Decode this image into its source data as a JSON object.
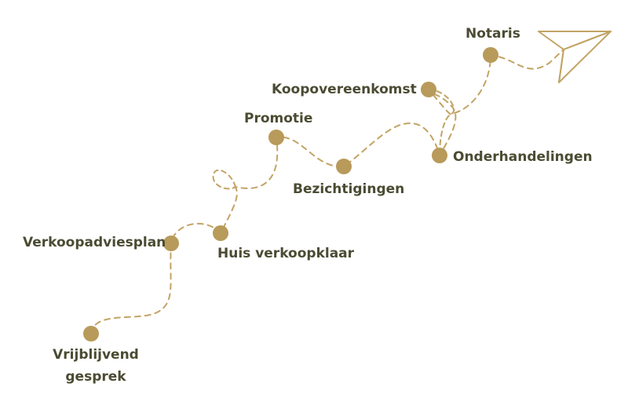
{
  "colors": {
    "dot": "#b89a5a",
    "path": "#c2a465",
    "text": "#4b4b33"
  },
  "steps": {
    "vrijblijvend_line1": "Vrijblijvend",
    "vrijblijvend_line2": "gesprek",
    "verkoopadviesplan": "Verkoopadviesplan",
    "huis_verkoopklaar": "Huis verkoopklaar",
    "promotie": "Promotie",
    "bezichtigingen": "Bezichtigingen",
    "koopovereenkomst": "Koopovereenkomst",
    "onderhandelingen": "Onderhandelingen",
    "notaris": "Notaris"
  },
  "icons": {
    "end": "paper-plane-icon"
  }
}
